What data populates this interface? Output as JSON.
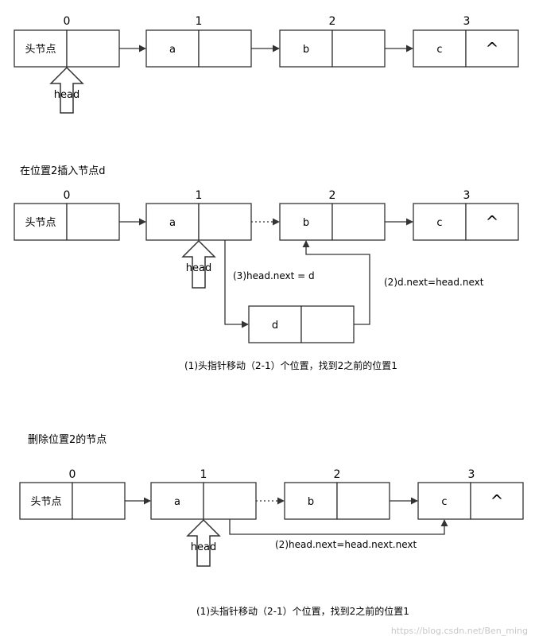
{
  "section1": {
    "indices": [
      "0",
      "1",
      "2",
      "3"
    ],
    "nodes": [
      "头节点",
      "a",
      "b",
      "c"
    ],
    "null_symbol": "^",
    "pointer_label": "head"
  },
  "section2": {
    "title": "在位置2插入节点d",
    "indices": [
      "0",
      "1",
      "2",
      "3"
    ],
    "nodes": [
      "头节点",
      "a",
      "b",
      "c"
    ],
    "null_symbol": "^",
    "pointer_label": "head",
    "new_node": "d",
    "step3": "(3)head.next = d",
    "step2": "(2)d.next=head.next",
    "step1": "(1)头指针移动（2-1）个位置，找到2之前的位置1"
  },
  "section3": {
    "title": "删除位置2的节点",
    "indices": [
      "0",
      "1",
      "2",
      "3"
    ],
    "nodes": [
      "头节点",
      "a",
      "b",
      "c"
    ],
    "null_symbol": "^",
    "pointer_label": "head",
    "step2": "(2)head.next=head.next.next",
    "step1": "(1)头指针移动（2-1）个位置，找到2之前的位置1"
  },
  "watermark": "https://blog.csdn.net/Ben_ming"
}
